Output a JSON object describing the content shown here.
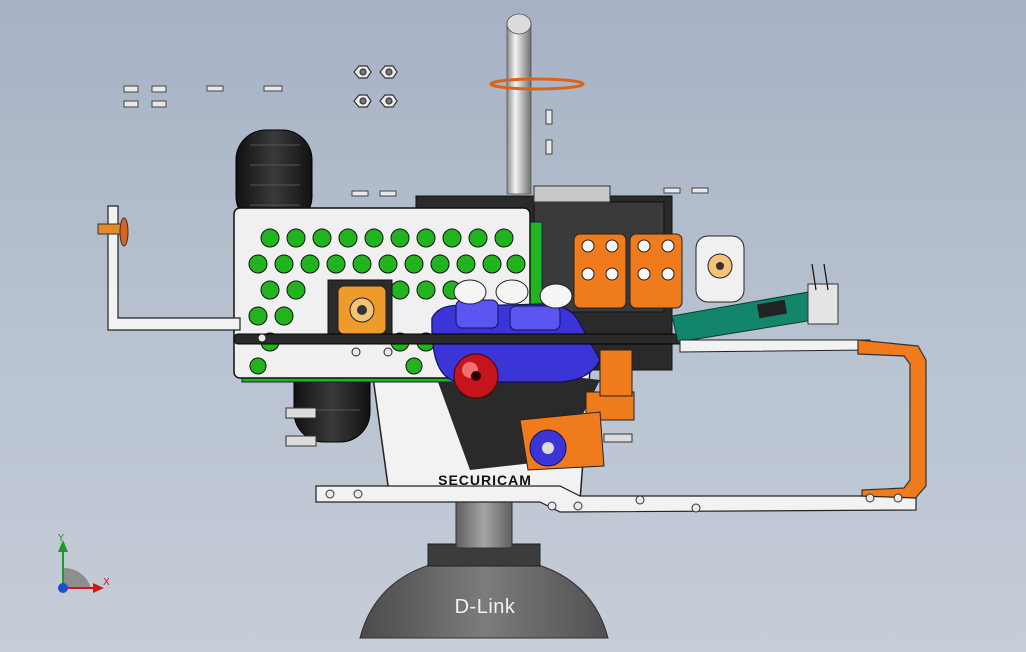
{
  "model": {
    "body_label": "SECURICAM",
    "base_label": "D-Link"
  },
  "triad": {
    "y_axis": "Y",
    "x_axis": "X"
  },
  "colors": {
    "background": "#b3bece",
    "plate_green": "#22b41f",
    "bracket_orange": "#ef7b1c",
    "gear_blue": "#3b34d6",
    "ball_red": "#c4141c",
    "pcb_teal": "#13856b",
    "steel": "#c8c8c8",
    "dark_metal": "#2a2a2a"
  },
  "icons": [
    "coordinate-triad-icon"
  ]
}
